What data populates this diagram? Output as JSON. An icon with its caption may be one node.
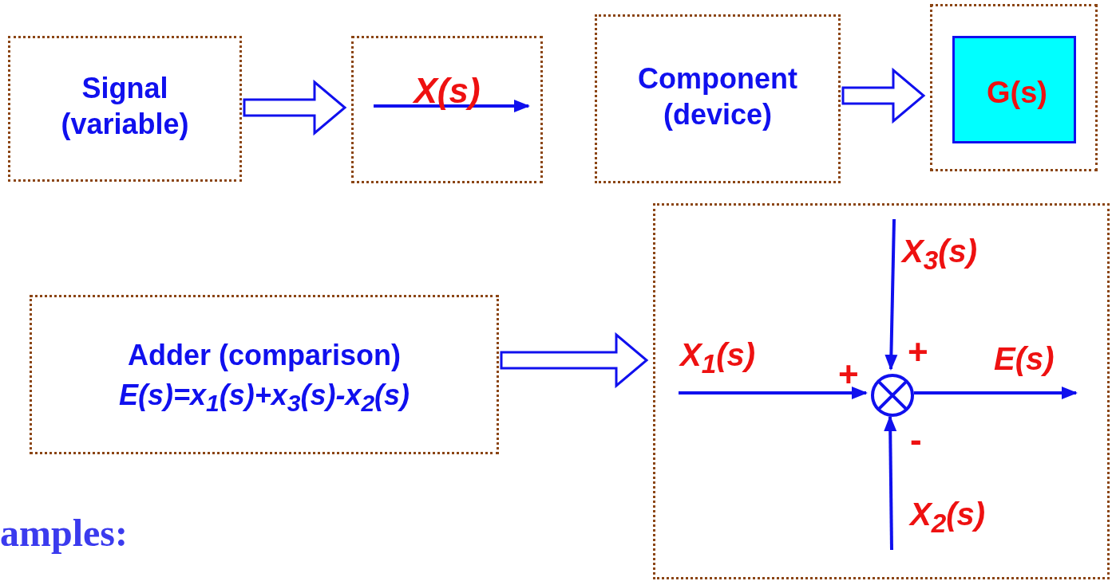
{
  "diagram": {
    "nodes": [
      {
        "text": [
          "Signal (variable)"
        ]
      },
      {
        "text": [
          "X(s)"
        ]
      },
      {
        "text": [
          "Component (device)"
        ]
      },
      {
        "text": [],
        "shape": "box"
      },
      {
        "text": [
          "G(s)"
        ],
        "in": 3
      },
      {
        "text": [
          "Adder (comparison)",
          "E(s)=x$_{1}$(s)+x$_{3}$(s)-x$_{2}$(s)"
        ]
      },
      {
        "text": [],
        "shape": "box"
      },
      {
        "text": [],
        "shape": "circle",
        "in": 6
      }
    ],
    "edges": [
      {
        "from": 0,
        "to": 1,
        "arrow": "to"
      },
      {
        "from": 2,
        "to": 3,
        "arrow": "to"
      },
      {
        "from": 5,
        "to": 6,
        "arrow": "to"
      },
      {
        "from": null,
        "to": 7,
        "arrow": "to",
        "label": "X$_{3}$(s)"
      },
      {
        "from": null,
        "to": 7,
        "arrow": "to",
        "label": "X$_{1}$(s)"
      },
      {
        "from": 7,
        "to": null,
        "arrow": "to",
        "label": "E(s)"
      },
      {
        "from": null,
        "to": 7,
        "arrow": "to",
        "label": "X$_{2}$(s)"
      }
    ],
    "labels": [
      "+",
      "+",
      "-",
      "amples:"
    ]
  }
}
